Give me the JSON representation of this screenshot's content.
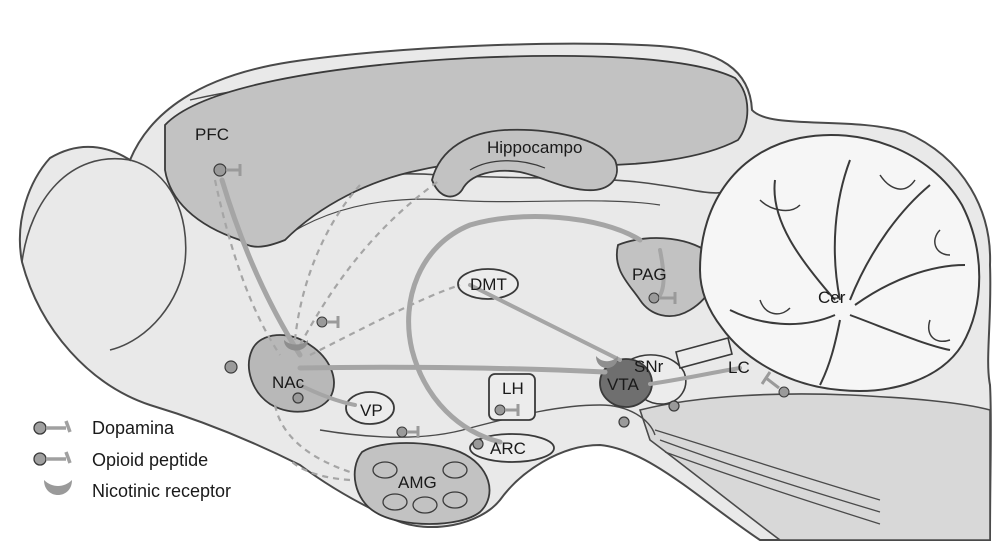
{
  "regions": {
    "pfc": "PFC",
    "hippocampus": "Hippocampo",
    "dmt": "DMT",
    "pag": "PAG",
    "cerebellum": "Cer",
    "nac": "NAc",
    "vp": "VP",
    "lh": "LH",
    "vta": "VTA",
    "snr": "SNr",
    "lc": "LC",
    "arc": "ARC",
    "amg": "AMG"
  },
  "legend": {
    "dopamine": "Dopamina",
    "opioid": "Opioid peptide",
    "nicotinic": "Nicotinic receptor"
  },
  "colors": {
    "background": "#ffffff",
    "brain_fill": "#e9e9e9",
    "region_fill": "#c2c2c2",
    "dark_nucleus": "#6f6f6f",
    "outline": "#3a3a3a",
    "pathway": "#a5a5a5"
  }
}
